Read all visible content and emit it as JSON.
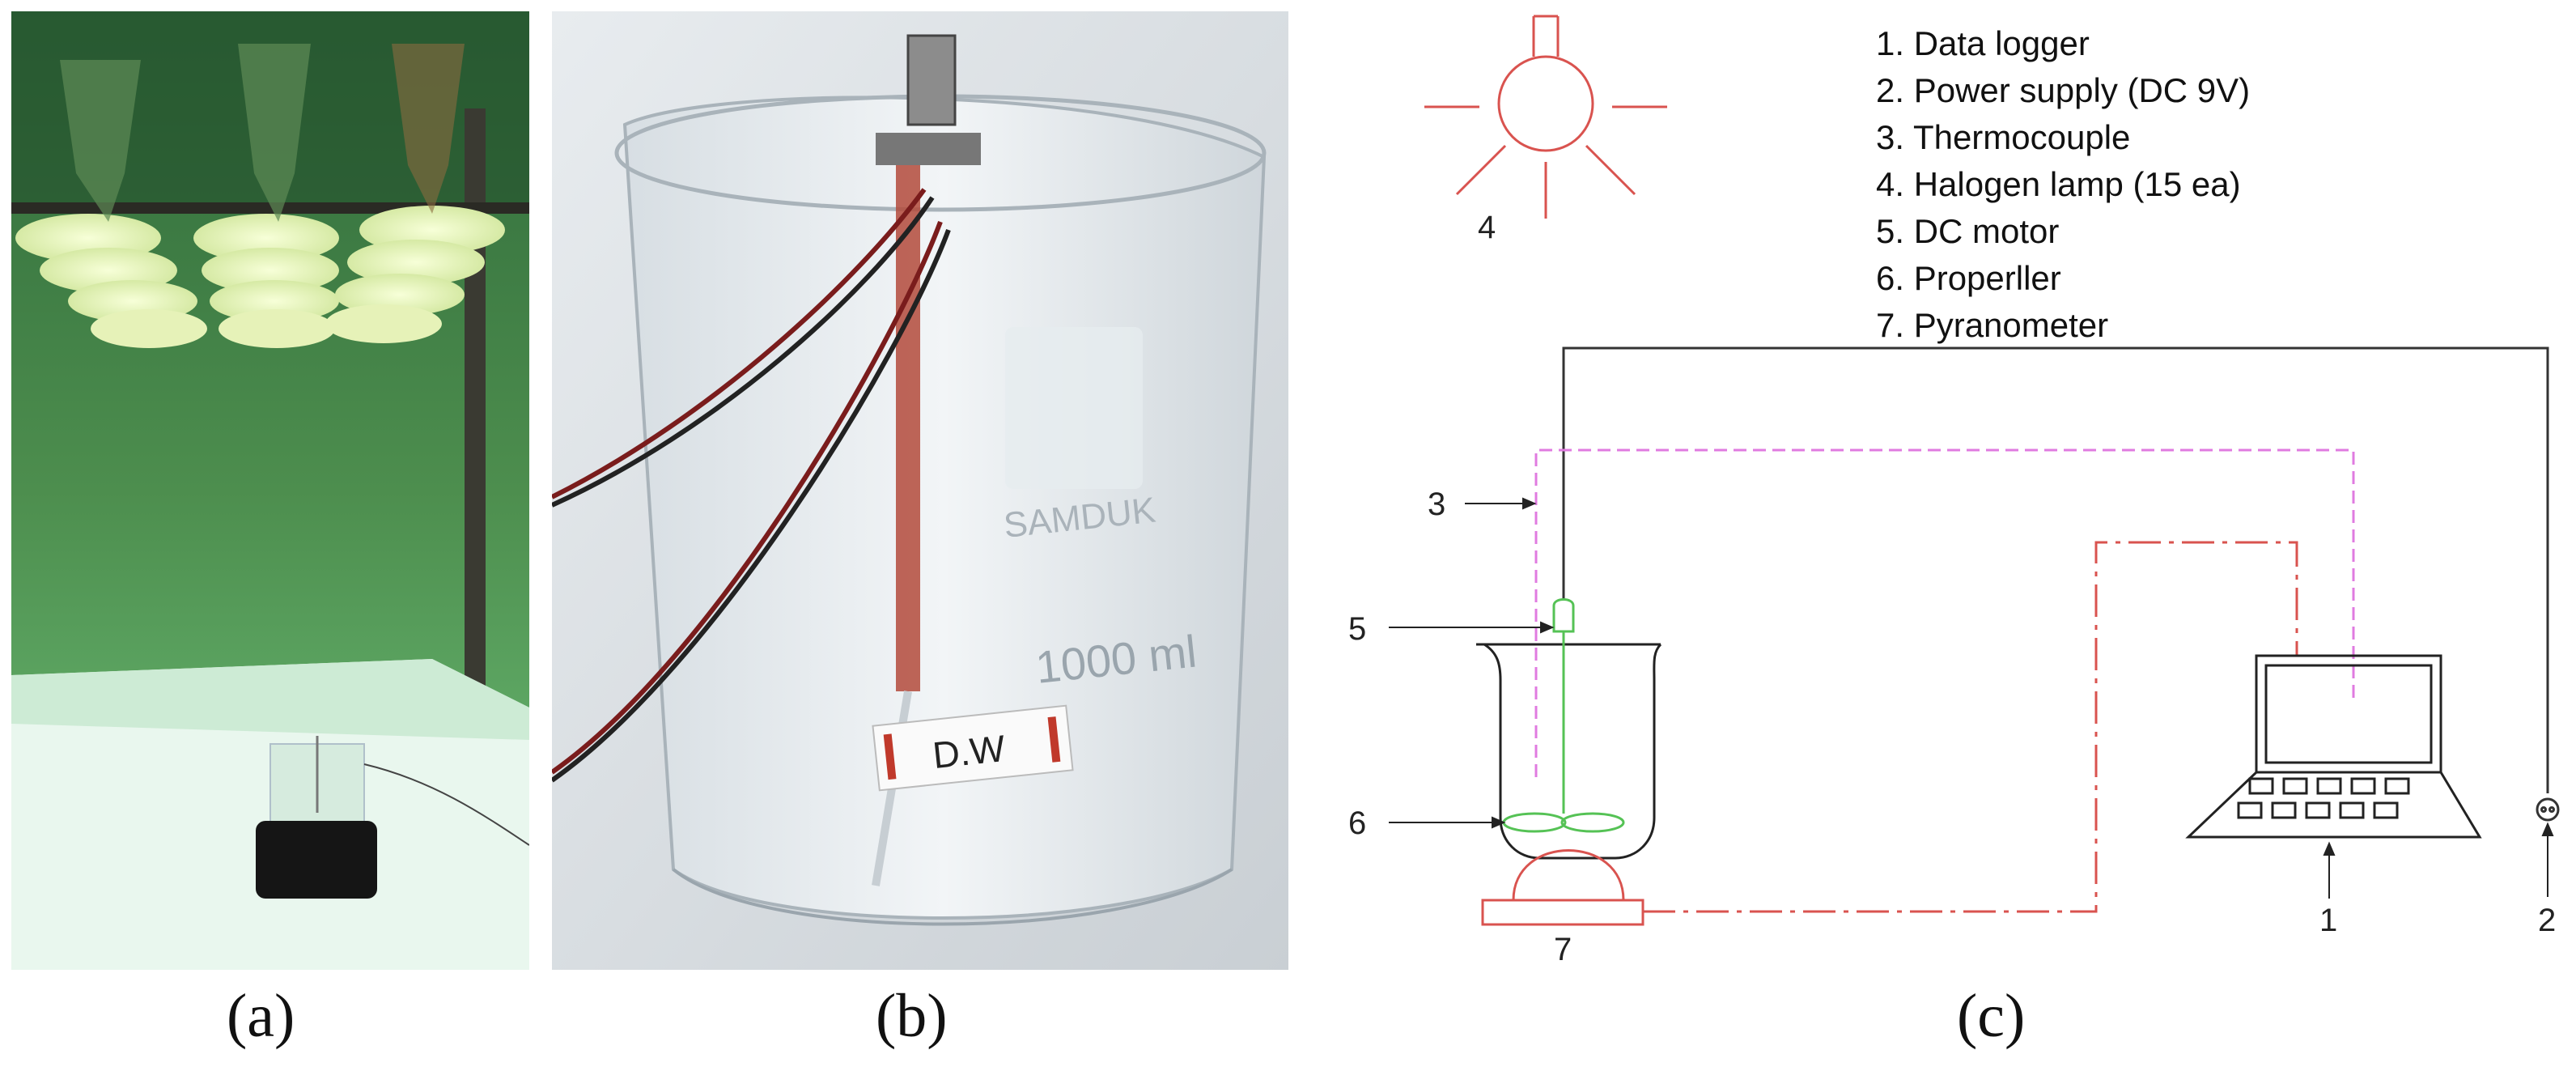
{
  "captions": {
    "a": "(a)",
    "b": "(b)",
    "c": "(c)"
  },
  "photo_b": {
    "label_text": "D.W",
    "beaker_marks": [
      "1000 ml",
      "SAMDUK"
    ]
  },
  "legend": [
    "1.  Data logger",
    "2.  Power supply (DC 9V)",
    "3.  Thermocouple",
    "4.  Halogen lamp (15 ea)",
    "5.  DC motor",
    "6.  Properller",
    "7.  Pyranometer"
  ],
  "callouts": {
    "n1": "1",
    "n2": "2",
    "n3": "3",
    "n4": "4",
    "n5": "5",
    "n6": "6",
    "n7": "7"
  },
  "colors": {
    "lamp": "#d9534f",
    "thermocouple": "#e07be0",
    "pyranometer_line": "#d9534f",
    "motor": "#55c255",
    "wire": "#222222"
  }
}
